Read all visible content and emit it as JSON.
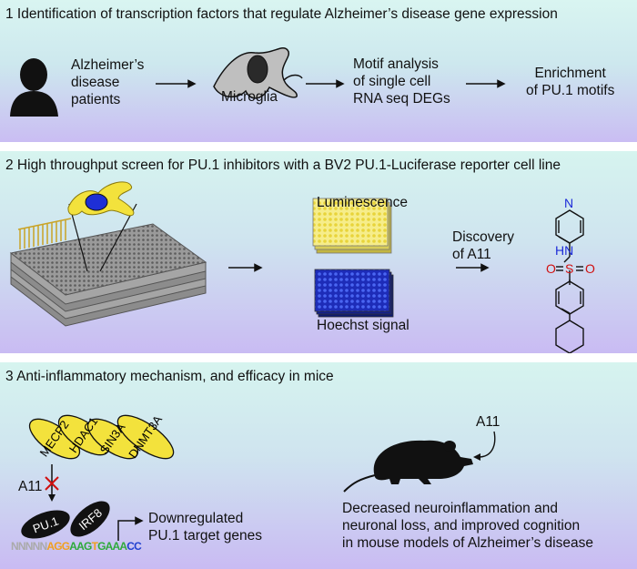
{
  "panel1": {
    "title": "1 Identification of transcription factors that regulate Alzheimer’s disease gene expression",
    "patients_l1": "Alzheimer’s",
    "patients_l2": "disease",
    "patients_l3": "patients",
    "microglia": "Microglia",
    "motif_l1": "Motif analysis",
    "motif_l2": "of single cell",
    "motif_l3": "RNA seq DEGs",
    "enrich_l1": "Enrichment",
    "enrich_l2": "of PU.1 motifs"
  },
  "panel2": {
    "title": "2 High throughput screen for PU.1 inhibitors with a BV2 PU.1-Luciferase reporter cell line",
    "luminescence": "Luminescence",
    "hoechst": "Hoechst signal",
    "discovery_l1": "Discovery",
    "discovery_l2": "of A11",
    "atom_n": "N",
    "atom_hn": "HN",
    "atom_o_left": "O",
    "atom_s": "S",
    "atom_o_right": "O"
  },
  "panel3": {
    "title": "3 Anti-inflammatory mechanism, and efficacy in mice",
    "proteins": [
      "MECP2",
      "HDAC1",
      "SIN3A",
      "DNMT3A"
    ],
    "a11_left": "A11",
    "pu1": "PU.1",
    "irf8": "IRF8",
    "down_l1": "Downregulated",
    "down_l2": "PU.1 target genes",
    "motif_seq": "NNNNNAGGAAGTGAAACC",
    "a11_mouse": "A11",
    "result_l1": "Decreased neuroinflammation and",
    "result_l2": "neuronal loss, and improved cognition",
    "result_l3": "in mouse models of Alzheimer’s disease"
  },
  "colors": {
    "cell_yellow": "#f3e23c",
    "nucleus_blue": "#1e2fd6",
    "plate_yellow": "#f3e86a",
    "plate_blue": "#2b3fe0",
    "heteroatom_red": "#d01010",
    "nitrogen_blue": "#1d2bd8"
  }
}
